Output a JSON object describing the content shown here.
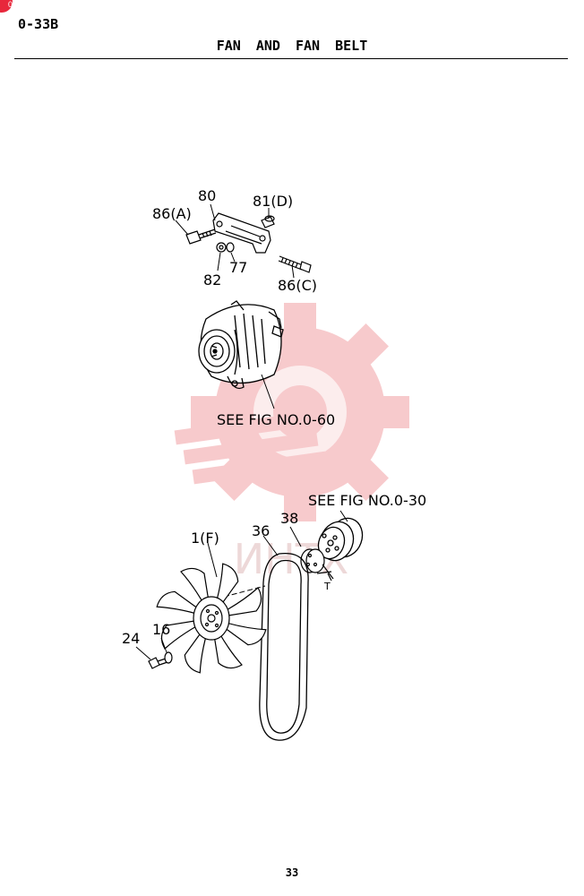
{
  "header": {
    "page_code": "0-33B",
    "title": "FAN AND FAN BELT",
    "badge_text": "0"
  },
  "footer": {
    "page_number": "33"
  },
  "watermark": {
    "text": "ИНТХ",
    "color": "#f2a0a4"
  },
  "callouts": {
    "c80": "80",
    "c81d": "81(D)",
    "c86a": "86(A)",
    "c82": "82",
    "c77": "77",
    "c86c": "86(C)",
    "see_alt": "SEE FIG NO.0-60",
    "see_pump": "SEE FIG NO.0-30",
    "c1f": "1(F)",
    "c36": "36",
    "c38": "38",
    "t": "T",
    "c24": "24",
    "c16": "16"
  },
  "colors": {
    "line": "#000000",
    "watermark": "#f2a0a4",
    "badge": "#e8283c"
  }
}
